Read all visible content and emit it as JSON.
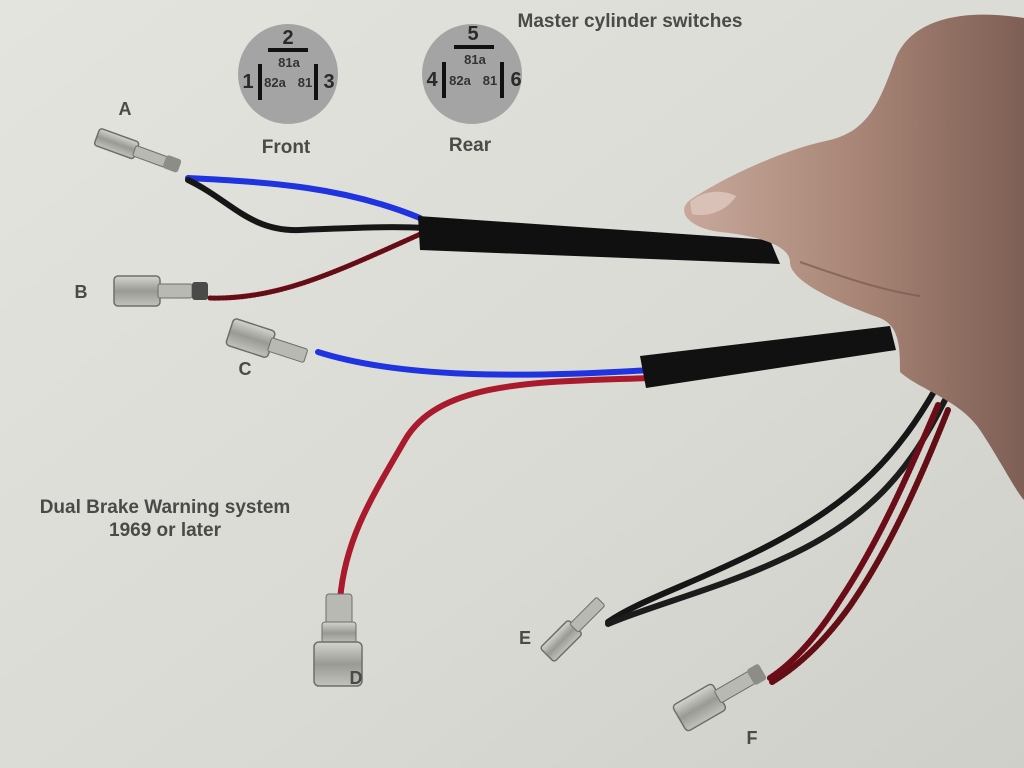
{
  "title": "Master cylinder switches",
  "caption": {
    "line1": "Dual Brake Warning system",
    "line2": "1969 or later"
  },
  "switches": {
    "front": {
      "label": "Front",
      "top_pin": "2",
      "top_term": "81a",
      "left_pin": "1",
      "left_term": "82a",
      "right_pin": "3",
      "right_term": "81"
    },
    "rear": {
      "label": "Rear",
      "top_pin": "5",
      "top_term": "81a",
      "left_pin": "4",
      "left_term": "82a",
      "right_pin": "6",
      "right_term": "81"
    }
  },
  "connectors": {
    "a": "A",
    "b": "B",
    "c": "C",
    "d": "D",
    "e": "E",
    "f": "F"
  },
  "colors": {
    "paper": "#dcdcd6",
    "blue_wire": "#1f33e0",
    "red_wire": "#b3152a",
    "black_wire": "#161616",
    "sleeve": "#101010",
    "skin": "#b89a8c",
    "terminal": "#aeaeaa",
    "switch_face": "#a4a4a4"
  }
}
